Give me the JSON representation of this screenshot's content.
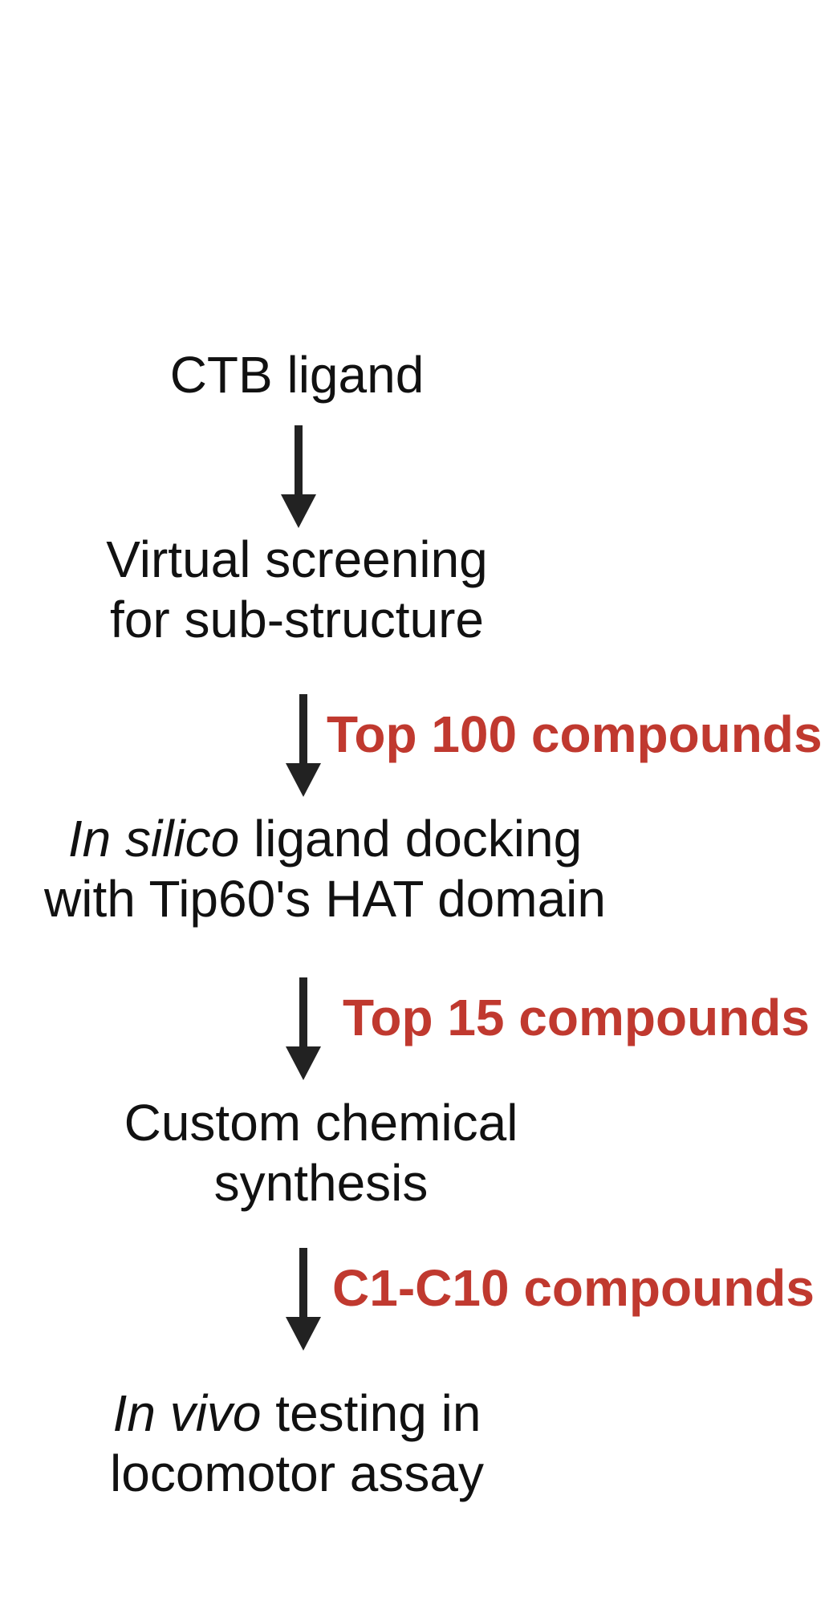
{
  "colors": {
    "text": "#111111",
    "arrow": "#222222",
    "label": "#c0392f"
  },
  "steps": [
    {
      "line1": "CTB ligand"
    },
    {
      "line1": "Virtual screening",
      "line2": "for sub-structure"
    },
    {
      "line1_italic": "In silico",
      "line1_rest": " ligand docking",
      "line2": "with Tip60's HAT domain"
    },
    {
      "line1": "Custom chemical",
      "line2": "synthesis"
    },
    {
      "line1_italic": "In vivo",
      "line1_rest": " testing in",
      "line2": "locomotor assay"
    }
  ],
  "edges": [
    {
      "label": ""
    },
    {
      "label": "Top 100 compounds"
    },
    {
      "label": "Top 15 compounds"
    },
    {
      "label": "C1-C10 compounds"
    }
  ]
}
